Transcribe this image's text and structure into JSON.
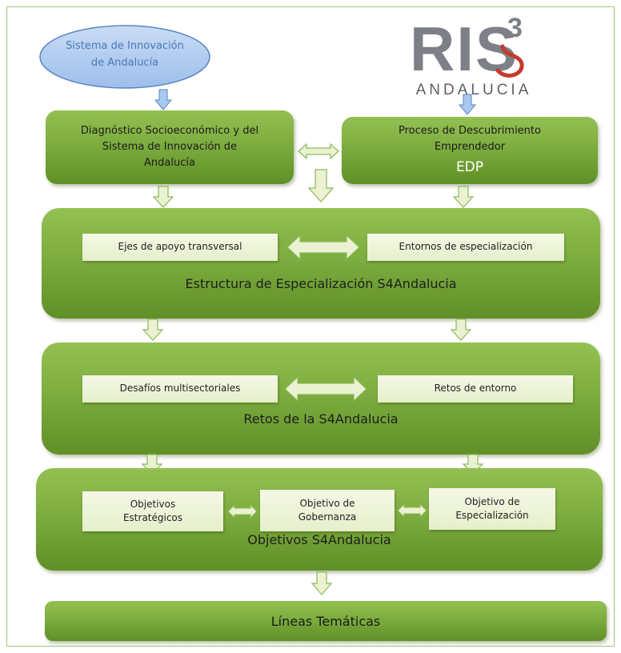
{
  "colors": {
    "box_green": "#7aab3d",
    "inner_fill": "#eef4da",
    "arrow_fill": "#eaf2d2",
    "arrow_stroke": "#8cb85a",
    "blue_arrow": "#8ab4e0",
    "ellipse_fill": "#a9c8ef",
    "ellipse_text": "#4a78b5",
    "logo_gray": "#7d8087",
    "logo_red": "#c43a2e"
  },
  "ellipse": {
    "line1": "Sistema de Innovación",
    "line2": "de Andalucía"
  },
  "logo": {
    "letters": "RIS",
    "superscript": "3",
    "subtitle": "ANDALUCIA"
  },
  "diagnostico": {
    "line1": "Diagnóstico Socioeconómico y del",
    "line2": "Sistema de Innovación de",
    "line3": "Andalucía"
  },
  "proceso": {
    "line1": "Proceso de Descubrimiento",
    "line2": "Emprendedor",
    "line3": "EDP"
  },
  "estructura": {
    "left": "Ejes de apoyo transversal",
    "right": "Entornos de especialización",
    "title": "Estructura de Especialización S4Andalucia"
  },
  "retos": {
    "left": "Desafíos multisectoriales",
    "right": "Retos de entorno",
    "title": "Retos de la S4Andalucia"
  },
  "objetivos": {
    "a1": "Objetivos",
    "a2": "Estratégicos",
    "b1": "Objetivo de",
    "b2": "Gobernanza",
    "c1": "Objetivo de",
    "c2": "Especialización",
    "title": "Objetivos S4Andalucia"
  },
  "lineas": {
    "title": "Líneas Temáticas"
  }
}
